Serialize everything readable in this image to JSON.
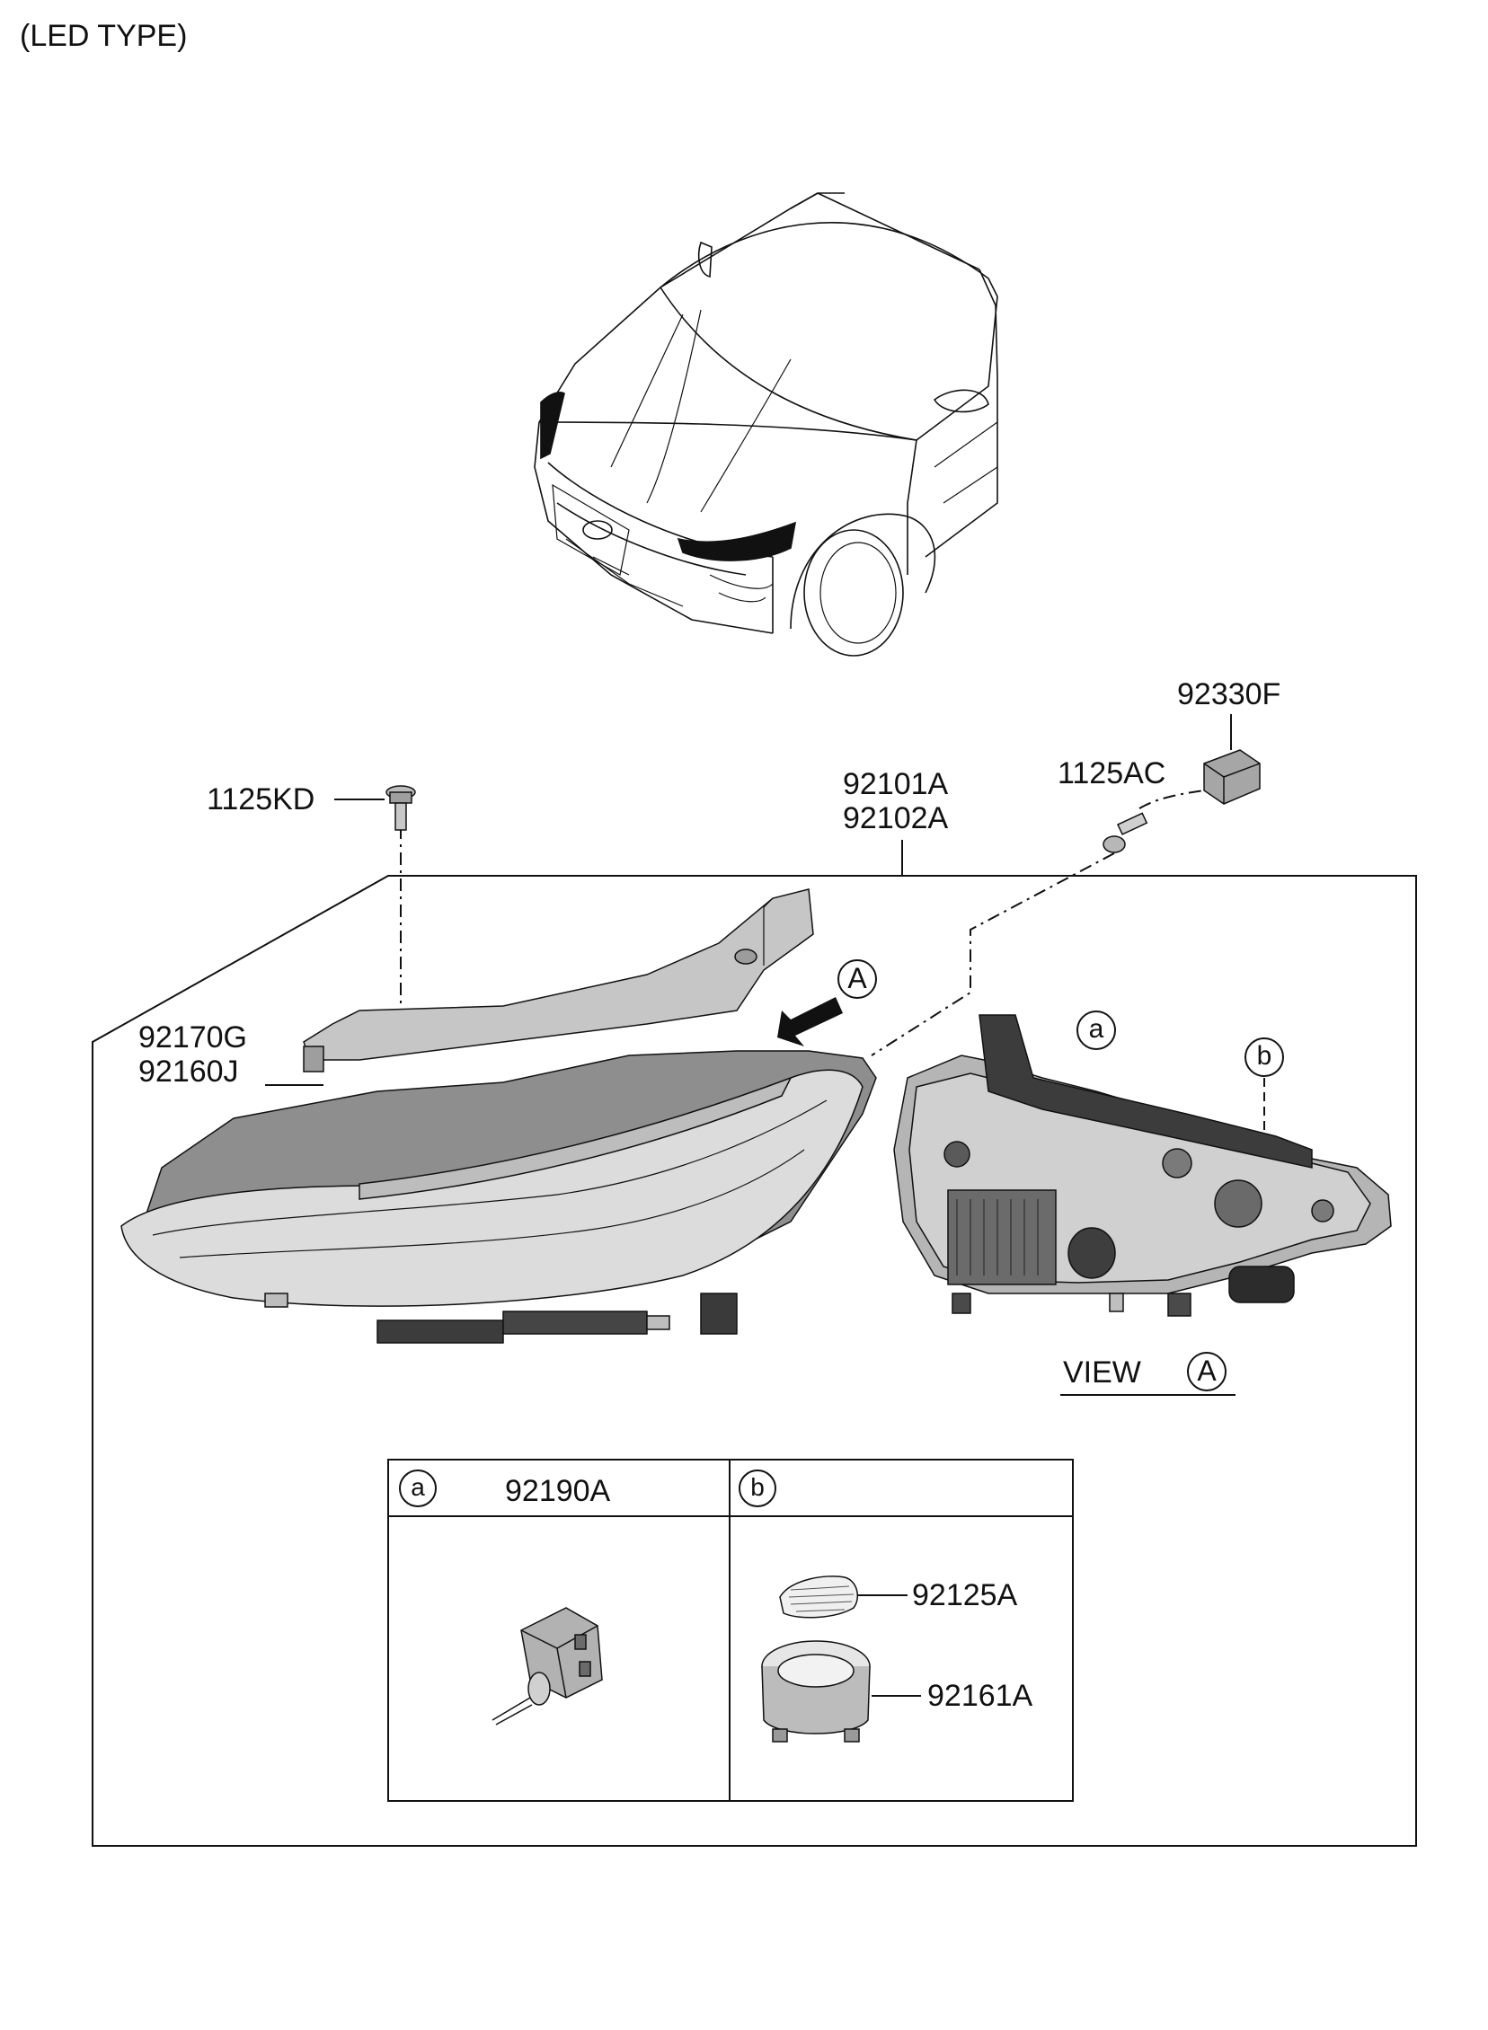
{
  "header": {
    "title": "(LED TYPE)"
  },
  "parts": {
    "bolt_top": "1125KD",
    "module": "92330F",
    "screw": "1125AC",
    "headlamp_lh": "92101A",
    "headlamp_rh": "92102A",
    "cover_a": "92170G",
    "cover_b": "92160J",
    "bulb": "92190A",
    "cap_cover": "92125A",
    "socket": "92161A"
  },
  "markers": {
    "view_ref": "A",
    "view_text": "VIEW",
    "detail_a": "a",
    "detail_b": "b"
  },
  "colors": {
    "line": "#111111",
    "part_fill": "#c9c9c9",
    "part_dark": "#8a8a8a",
    "housing": "#5a5a5a"
  }
}
